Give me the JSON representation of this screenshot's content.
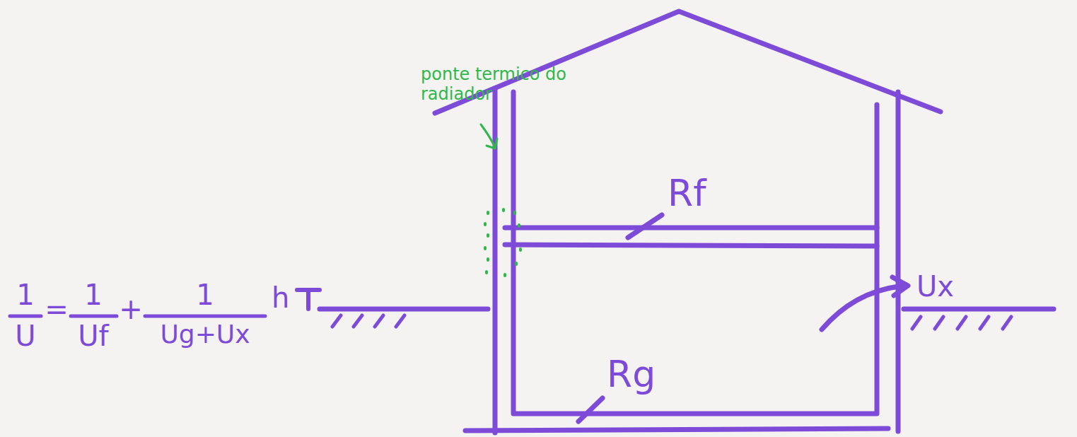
{
  "diagram": {
    "labels": [
      "ponte termico do radiador",
      "1",
      "U",
      "=",
      "1",
      "Uf",
      "+",
      "1",
      "Ug+Ux",
      "h",
      "Rf",
      "Rg",
      "Ux"
    ]
  }
}
